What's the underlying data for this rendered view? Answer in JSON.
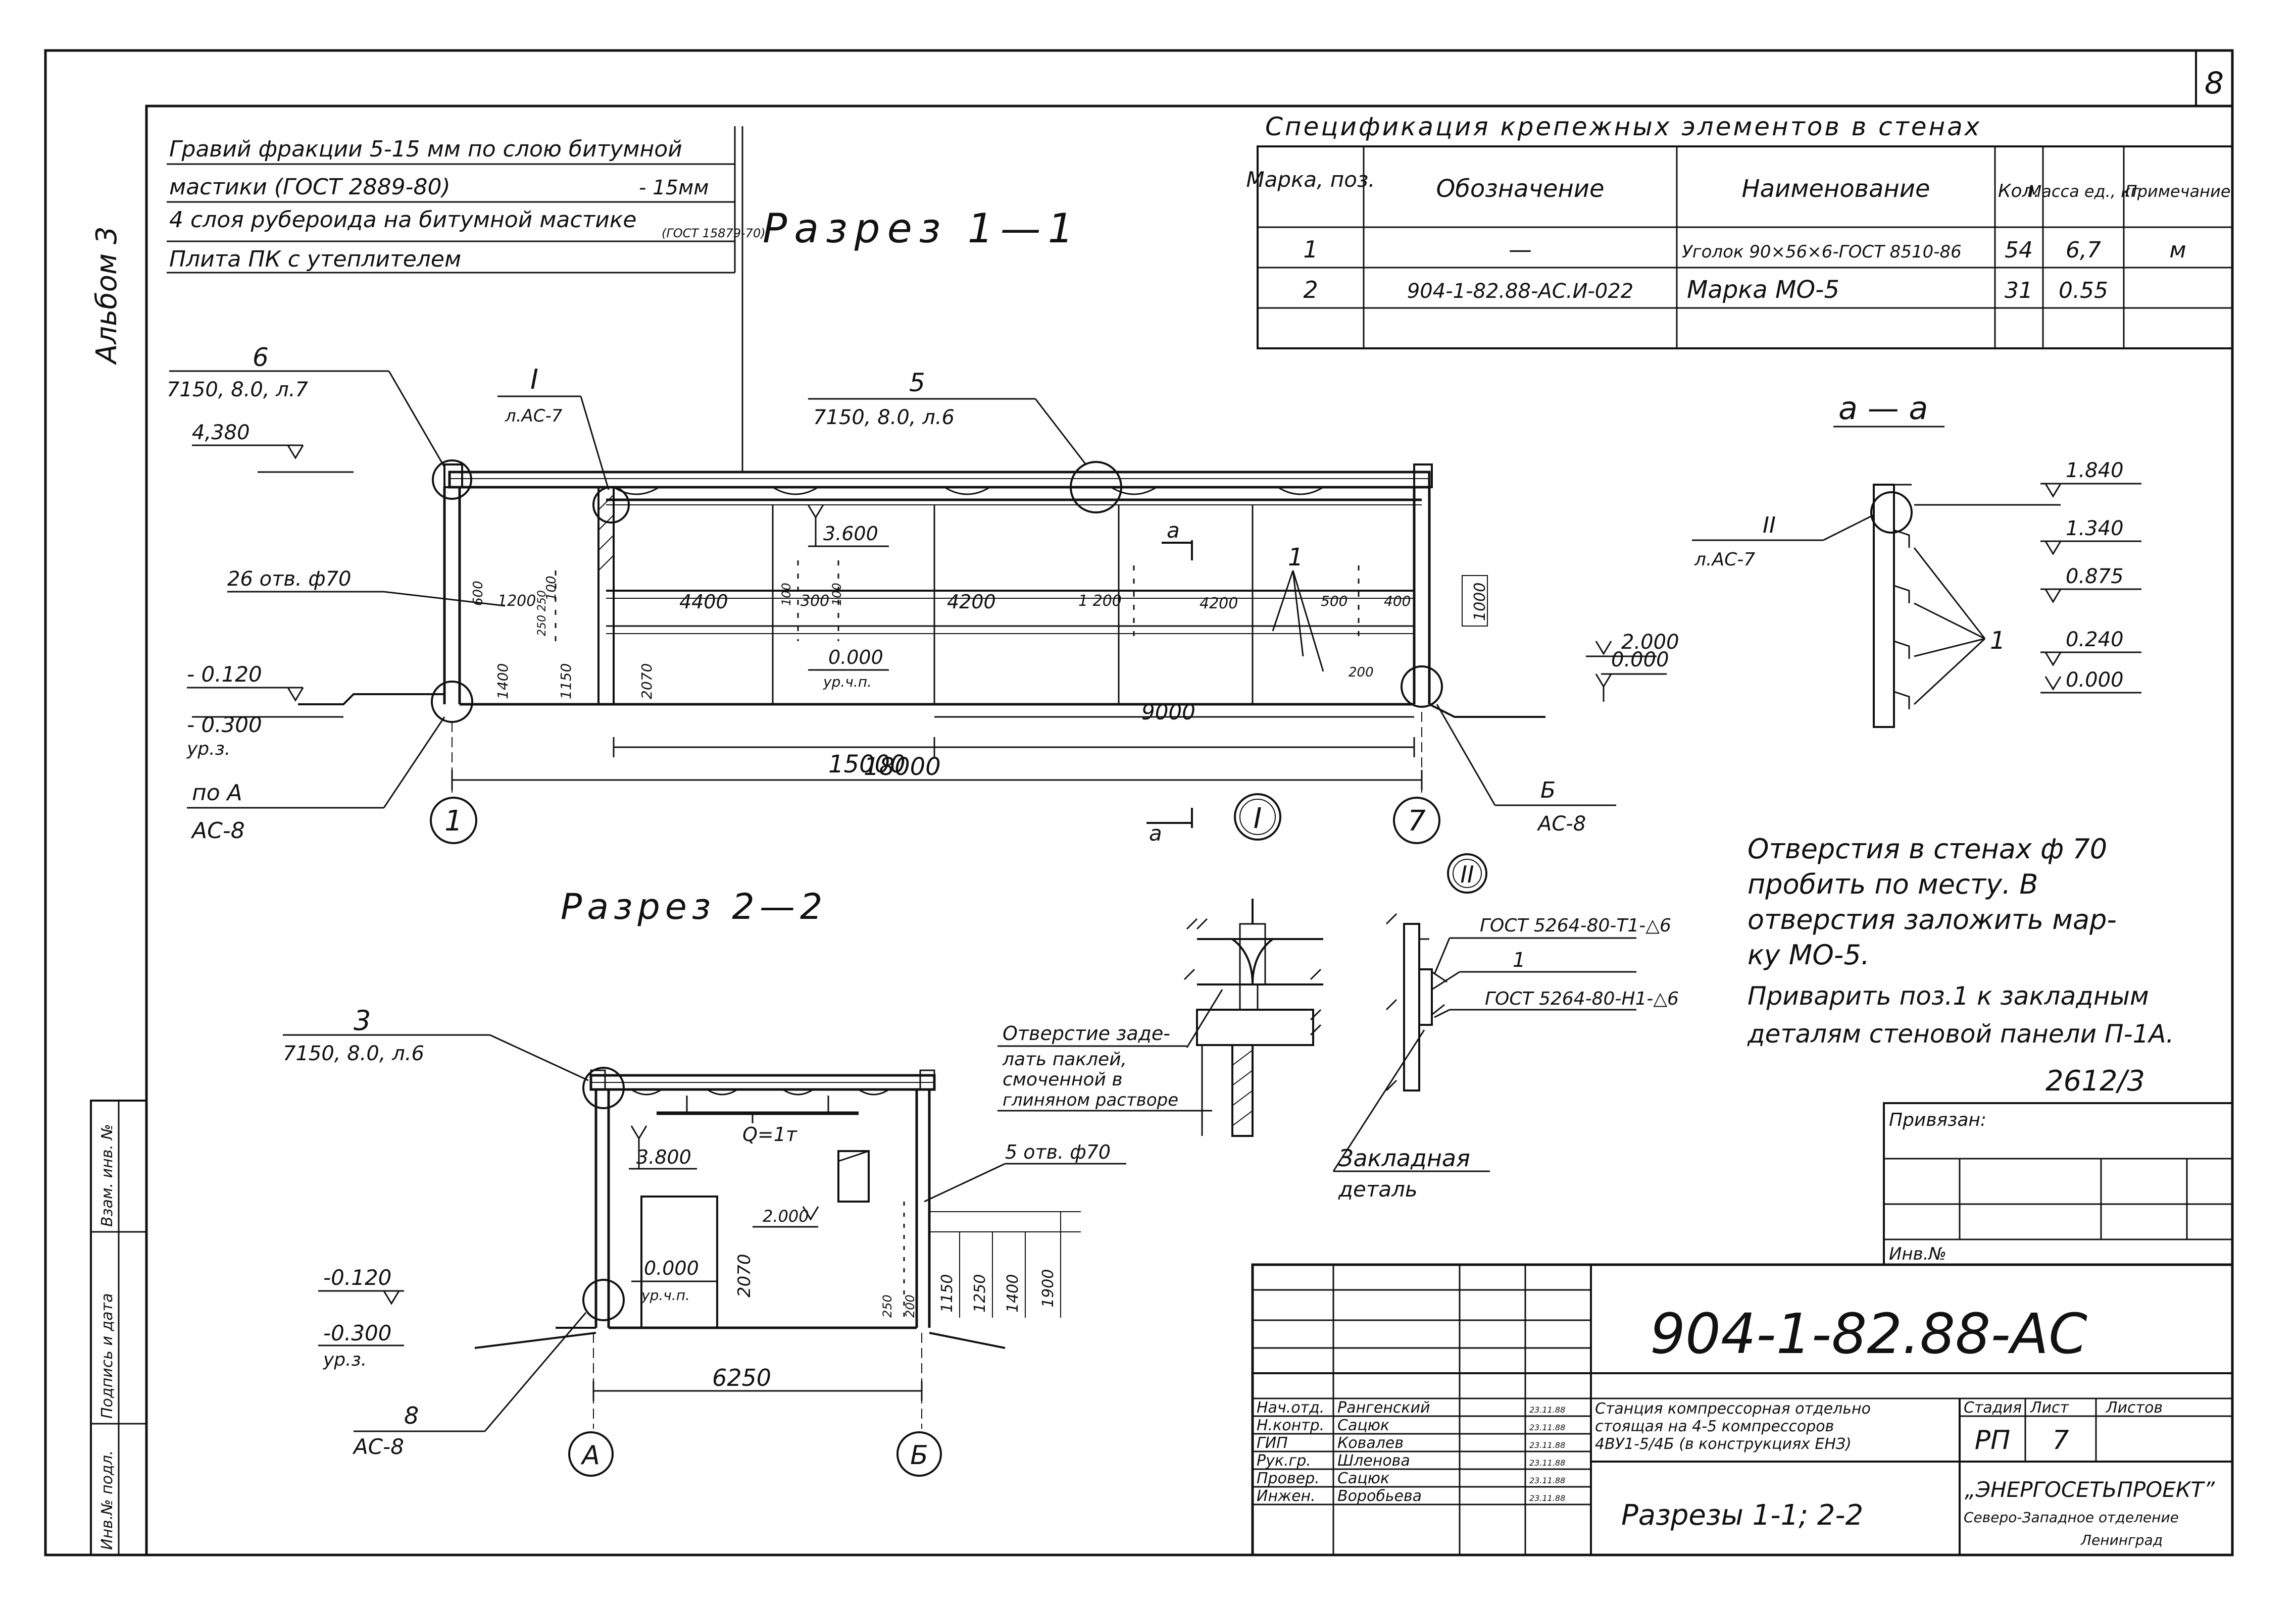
{
  "sheet_number": "8",
  "side_label": "Альбом 3",
  "side_stamp": [
    "Инв.№ подл.",
    "Подпись и дата",
    "Взам. инв. №"
  ],
  "roof_notes": [
    "Гравий фракции 5-15 мм по слою битумной",
    "мастики (ГОСТ 2889-80)",
    "- 15мм",
    "4 слоя рубероида на битумной мастике",
    "(ГОСТ 15879-70)",
    "Плита ПК с утеплителем"
  ],
  "section_1_title": "Разрез 1—1",
  "section_2_title": "Разрез 2—2",
  "spec": {
    "title": "Спецификация крепежных элементов в стенах",
    "headers": [
      "Марка, поз.",
      "Обозначение",
      "Наименование",
      "Кол.",
      "Масса ед., кг",
      "Примечание"
    ],
    "rows": [
      [
        "1",
        "—",
        "Уголок 90×56×6-ГОСТ 8510-86",
        "54",
        "6,7",
        "м"
      ],
      [
        "2",
        "904-1-82.88-АС.И-022",
        "Марка МО-5",
        "31",
        "0.55",
        ""
      ]
    ]
  },
  "s1": {
    "callout_6": {
      "num": "6",
      "ref": "7150, 8.0, л.7"
    },
    "callout_I": {
      "num": "I",
      "ref": "л.АС-7"
    },
    "callout_5": {
      "num": "5",
      "ref": "7150, 8.0, л.6"
    },
    "callout_A": {
      "num": "по А",
      "ref": "АС-8"
    },
    "callout_B": {
      "num": "Б",
      "ref": "АС-8"
    },
    "elev_top": "4,380",
    "elev_3600": "3.600",
    "elev_0000": "0.000",
    "ur_chp": "ур.ч.п.",
    "elev_m0120": "- 0.120",
    "elev_m0300": "- 0.300",
    "ur_z": "ур.з.",
    "elev_r2000": "2.000",
    "elev_r0000": "0.000",
    "holes": "26 отв. ф70",
    "d4400": "4400",
    "d4200a": "4200",
    "d4200b": "4200",
    "d600": "600",
    "d1200": "1200",
    "d100a": "100",
    "d250": "250 250",
    "d1400": "1400",
    "d1150": "1150",
    "d2070": "2070",
    "d100b": "100",
    "d300": "300",
    "d100c": "100",
    "d1200b": "1 200",
    "d500": "500",
    "d400": "400",
    "d1000": "1000",
    "d200": "200",
    "d15000": "15000",
    "d9000": "9000",
    "d18000": "18000",
    "axis_1": "1",
    "axis_7": "7",
    "cut_a": "а",
    "cut_a2": "а",
    "marker_I": "I",
    "leader_1": "1"
  },
  "aa": {
    "title": "а — а",
    "callout_II": {
      "num": "II",
      "ref": "л.АС-7"
    },
    "e1840": "1.840",
    "e1340": "1.340",
    "e0875": "0.875",
    "e0240": "0.240",
    "e0000": "0.000",
    "leader_1": "1"
  },
  "s2": {
    "callout_3": {
      "num": "3",
      "ref": "7150, 8.0, л.6"
    },
    "callout_8": {
      "num": "8",
      "ref": "АС-8"
    },
    "crane": "Q=1т",
    "e3800": "3.800",
    "e2000": "2.000",
    "e0000": "0.000",
    "ur_chp": "ур.ч.п.",
    "em0120": "-0.120",
    "em0300": "-0.300",
    "ur_z": "ур.з.",
    "holes": "5 отв. ф70",
    "d2070": "2070",
    "d250": "250",
    "d200": "200",
    "d1150": "1150",
    "d1250": "1250",
    "d1400": "1400",
    "d1900": "1900",
    "d6250": "6250",
    "axis_A": "А",
    "axis_B": "Б"
  },
  "node_I": {
    "note": [
      "Отверстие заде-",
      "лать паклей,",
      "смоченной в",
      "глиняном растворе"
    ]
  },
  "node_II": {
    "marker": "II",
    "gost1": "ГОСТ 5264-80-Т1-△6",
    "pos": "1",
    "gost2": "ГОСТ 5264-80-Н1-△6",
    "note": [
      "Закладная",
      "деталь"
    ]
  },
  "notes": [
    "Отверстия в стенах ф 70",
    "пробить по месту.   В",
    "отверстия заложить мар-",
    "ку МО-5.",
    "Приварить поз.1 к закладным",
    "деталям стеновой панели П-1А."
  ],
  "doc_ref": "2612/3",
  "bind_block": {
    "label": "Привязан:",
    "inv": "Инв.№"
  },
  "title_block": {
    "code": "904-1-82.88-АС",
    "roles": [
      {
        "role": "Нач.отд.",
        "name": "Рангенский",
        "date": "23.11.88"
      },
      {
        "role": "Н.контр.",
        "name": "Сацюк",
        "date": "23.11.88"
      },
      {
        "role": "ГИП",
        "name": "Ковалев",
        "date": "23.11.88"
      },
      {
        "role": "Рук.гр.",
        "name": "Шленова",
        "date": "23.11.88"
      },
      {
        "role": "Провер.",
        "name": "Сацюк",
        "date": "23.11.88"
      },
      {
        "role": "Инжен.",
        "name": "Воробьева",
        "date": "23.11.88"
      }
    ],
    "description": [
      "Станция компрессорная отдельно",
      "стоящая на 4-5 компрессоров",
      "4ВУ1-5/4Б (в конструкциях ЕНЗ)"
    ],
    "stage_h": "Стадия",
    "sheet_h": "Лист",
    "sheets_h": "Листов",
    "stage": "РП",
    "sheet": "7",
    "sheets": "",
    "drawing_title": "Разрезы 1-1; 2-2",
    "org": [
      "„ЭНЕРГОСЕТЬПРОЕКТ”",
      "Северо-Западное отделение",
      "Ленинград"
    ]
  }
}
